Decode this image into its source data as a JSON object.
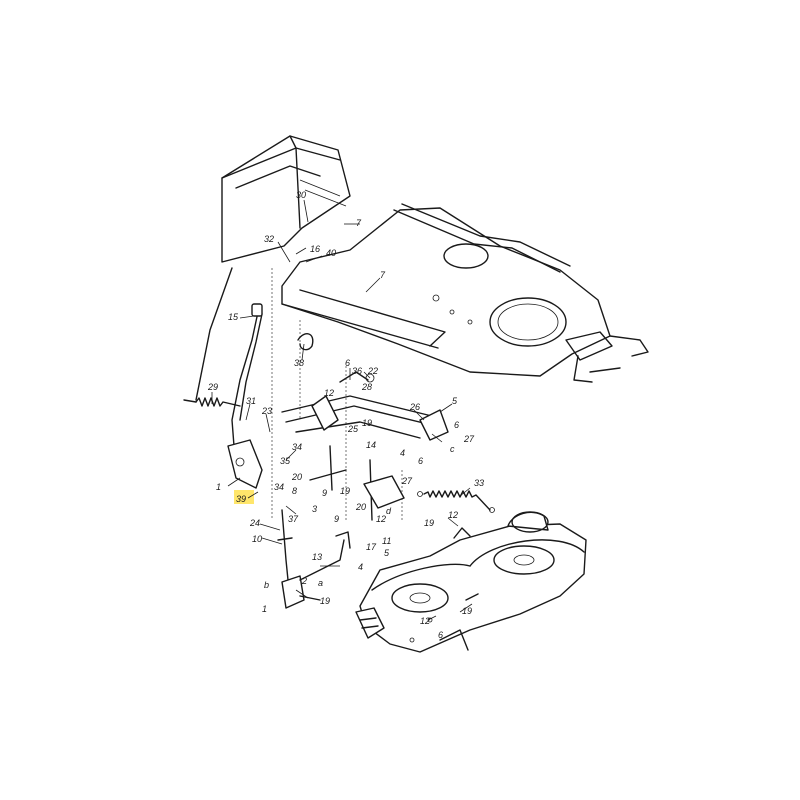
{
  "highlight_color": "#ffe66b",
  "labels": [
    {
      "id": "l30",
      "text": "30"
    },
    {
      "id": "l7a",
      "text": "7"
    },
    {
      "id": "l32",
      "text": "32"
    },
    {
      "id": "l16",
      "text": "16"
    },
    {
      "id": "l40",
      "text": "40"
    },
    {
      "id": "l7b",
      "text": "7"
    },
    {
      "id": "l15",
      "text": "15"
    },
    {
      "id": "l38",
      "text": "38"
    },
    {
      "id": "l29",
      "text": "29"
    },
    {
      "id": "l6a",
      "text": "6"
    },
    {
      "id": "l36",
      "text": "36"
    },
    {
      "id": "l22",
      "text": "22"
    },
    {
      "id": "l28",
      "text": "28"
    },
    {
      "id": "l31",
      "text": "31"
    },
    {
      "id": "l12a",
      "text": "12"
    },
    {
      "id": "l19a",
      "text": "19"
    },
    {
      "id": "l26",
      "text": "26"
    },
    {
      "id": "l5a",
      "text": "5"
    },
    {
      "id": "l23",
      "text": "23"
    },
    {
      "id": "l25",
      "text": "25"
    },
    {
      "id": "l6b",
      "text": "6"
    },
    {
      "id": "l27a",
      "text": "27"
    },
    {
      "id": "l14",
      "text": "14"
    },
    {
      "id": "l34a",
      "text": "34"
    },
    {
      "id": "l35",
      "text": "35"
    },
    {
      "id": "l4a",
      "text": "4"
    },
    {
      "id": "lc",
      "text": "c"
    },
    {
      "id": "l6c",
      "text": "6"
    },
    {
      "id": "l20a",
      "text": "20"
    },
    {
      "id": "l1a",
      "text": "1"
    },
    {
      "id": "l34b",
      "text": "34"
    },
    {
      "id": "l8",
      "text": "8"
    },
    {
      "id": "l9a",
      "text": "9"
    },
    {
      "id": "l19b",
      "text": "19"
    },
    {
      "id": "l33",
      "text": "33"
    },
    {
      "id": "l27b",
      "text": "27"
    },
    {
      "id": "l39",
      "text": "39"
    },
    {
      "id": "l3",
      "text": "3"
    },
    {
      "id": "l20b",
      "text": "20"
    },
    {
      "id": "l9b",
      "text": "9"
    },
    {
      "id": "l12b",
      "text": "12"
    },
    {
      "id": "ld",
      "text": "d"
    },
    {
      "id": "l37",
      "text": "37"
    },
    {
      "id": "l12c",
      "text": "12"
    },
    {
      "id": "l19c",
      "text": "19"
    },
    {
      "id": "l24",
      "text": "24"
    },
    {
      "id": "l10",
      "text": "10"
    },
    {
      "id": "l11",
      "text": "11"
    },
    {
      "id": "l17",
      "text": "17"
    },
    {
      "id": "l5b",
      "text": "5"
    },
    {
      "id": "l4b",
      "text": "4"
    },
    {
      "id": "l13",
      "text": "13"
    },
    {
      "id": "la",
      "text": "a"
    },
    {
      "id": "lb",
      "text": "b"
    },
    {
      "id": "l2",
      "text": "2"
    },
    {
      "id": "l19d",
      "text": "19"
    },
    {
      "id": "l1b",
      "text": "1"
    },
    {
      "id": "l12d",
      "text": "12"
    },
    {
      "id": "l19e",
      "text": "19"
    },
    {
      "id": "l6d",
      "text": "6"
    }
  ]
}
